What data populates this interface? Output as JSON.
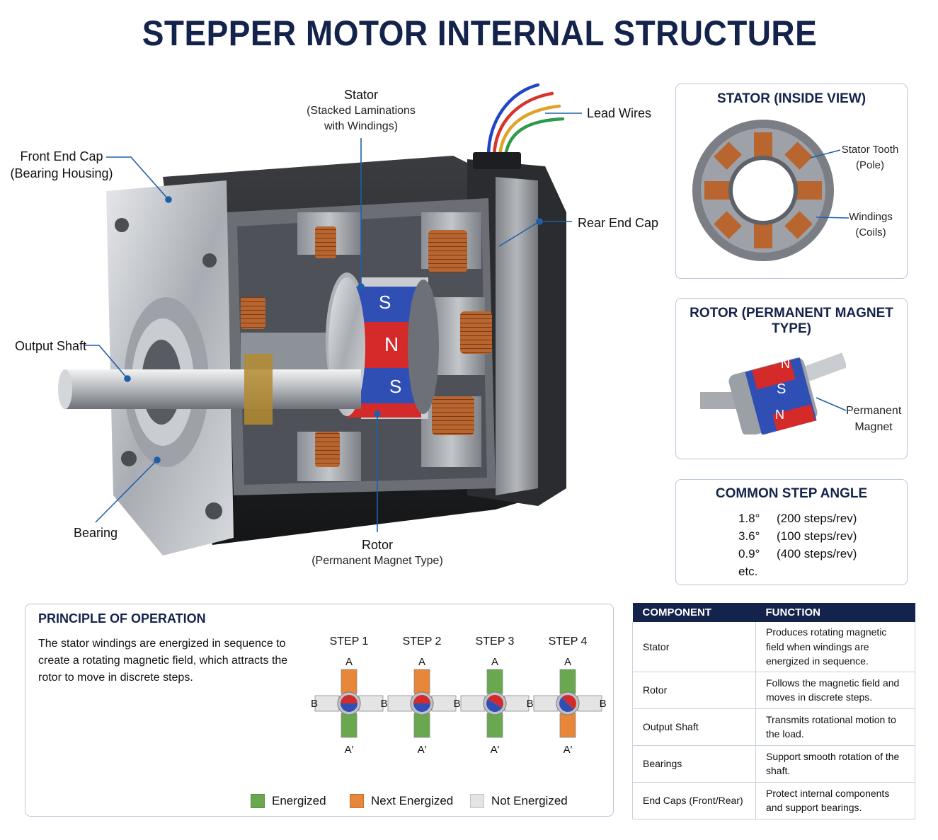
{
  "title": "STEPPER MOTOR INTERNAL STRUCTURE",
  "callouts": {
    "stator": {
      "title": "Stator",
      "sub1": "(Stacked Laminations",
      "sub2": "with Windings)"
    },
    "lead_wires": "Lead Wires",
    "front_cap": {
      "line1": "Front End Cap",
      "line2": "(Bearing Housing)"
    },
    "rear_cap": "Rear End Cap",
    "output_shaft": "Output Shaft",
    "bearing": "Bearing",
    "rotor": {
      "title": "Rotor",
      "sub": "(Permanent Magnet Type)"
    },
    "rotor_poles": [
      "S",
      "N",
      "S"
    ]
  },
  "stator_panel": {
    "title": "STATOR (INSIDE VIEW)",
    "tooth": {
      "line1": "Stator Tooth",
      "line2": "(Pole)"
    },
    "windings": {
      "line1": "Windings",
      "line2": "(Coils)"
    }
  },
  "rotor_panel": {
    "title": "ROTOR (PERMANENT MAGNET TYPE)",
    "magnet": {
      "line1": "Permanent",
      "line2": "Magnet"
    },
    "poles": [
      "N",
      "S",
      "N"
    ]
  },
  "step_angle": {
    "title": "COMMON STEP ANGLE",
    "rows": [
      {
        "angle": "1.8°",
        "steps": "(200 steps/rev)"
      },
      {
        "angle": "3.6°",
        "steps": "(100 steps/rev)"
      },
      {
        "angle": "0.9°",
        "steps": "(400 steps/rev)"
      }
    ],
    "etc": "etc."
  },
  "principle": {
    "title": "PRINCIPLE OF OPERATION",
    "text": "The stator windings are energized in sequence to create a rotating magnetic field, which attracts the rotor to move in discrete steps.",
    "steps": [
      {
        "label": "STEP 1",
        "top": "A",
        "bottom": "A′",
        "left": "B",
        "right": "B′"
      },
      {
        "label": "STEP 2",
        "top": "A",
        "bottom": "A′",
        "left": "",
        "right": "B′"
      },
      {
        "label": "STEP 3",
        "top": "A",
        "bottom": "A′",
        "left": "",
        "right": "B′"
      },
      {
        "label": "STEP 4",
        "top": "A",
        "bottom": "A′",
        "left": "",
        "right": "B′"
      }
    ],
    "legend": [
      {
        "label": "Energized",
        "color": "#6aa84f"
      },
      {
        "label": "Next Energized",
        "color": "#e8873a"
      },
      {
        "label": "Not Energized",
        "color": "#e4e4e4"
      }
    ]
  },
  "table": {
    "headers": [
      "COMPONENT",
      "FUNCTION"
    ],
    "rows": [
      {
        "component": "Stator",
        "function": "Produces rotating magnetic field when windings are energized in sequence."
      },
      {
        "component": "Rotor",
        "function": "Follows the magnetic field and moves in discrete steps."
      },
      {
        "component": "Output Shaft",
        "function": "Transmits rotational motion to the load."
      },
      {
        "component": "Bearings",
        "function": "Support smooth rotation of the shaft."
      },
      {
        "component": "End Caps (Front/Rear)",
        "function": "Protect internal components and support bearings."
      }
    ]
  },
  "colors": {
    "navy": "#14234b",
    "callout_line": "#1f5fa8",
    "copper": "#b8652f",
    "magnet_red": "#d42a2a",
    "magnet_blue": "#2f4fb5"
  }
}
